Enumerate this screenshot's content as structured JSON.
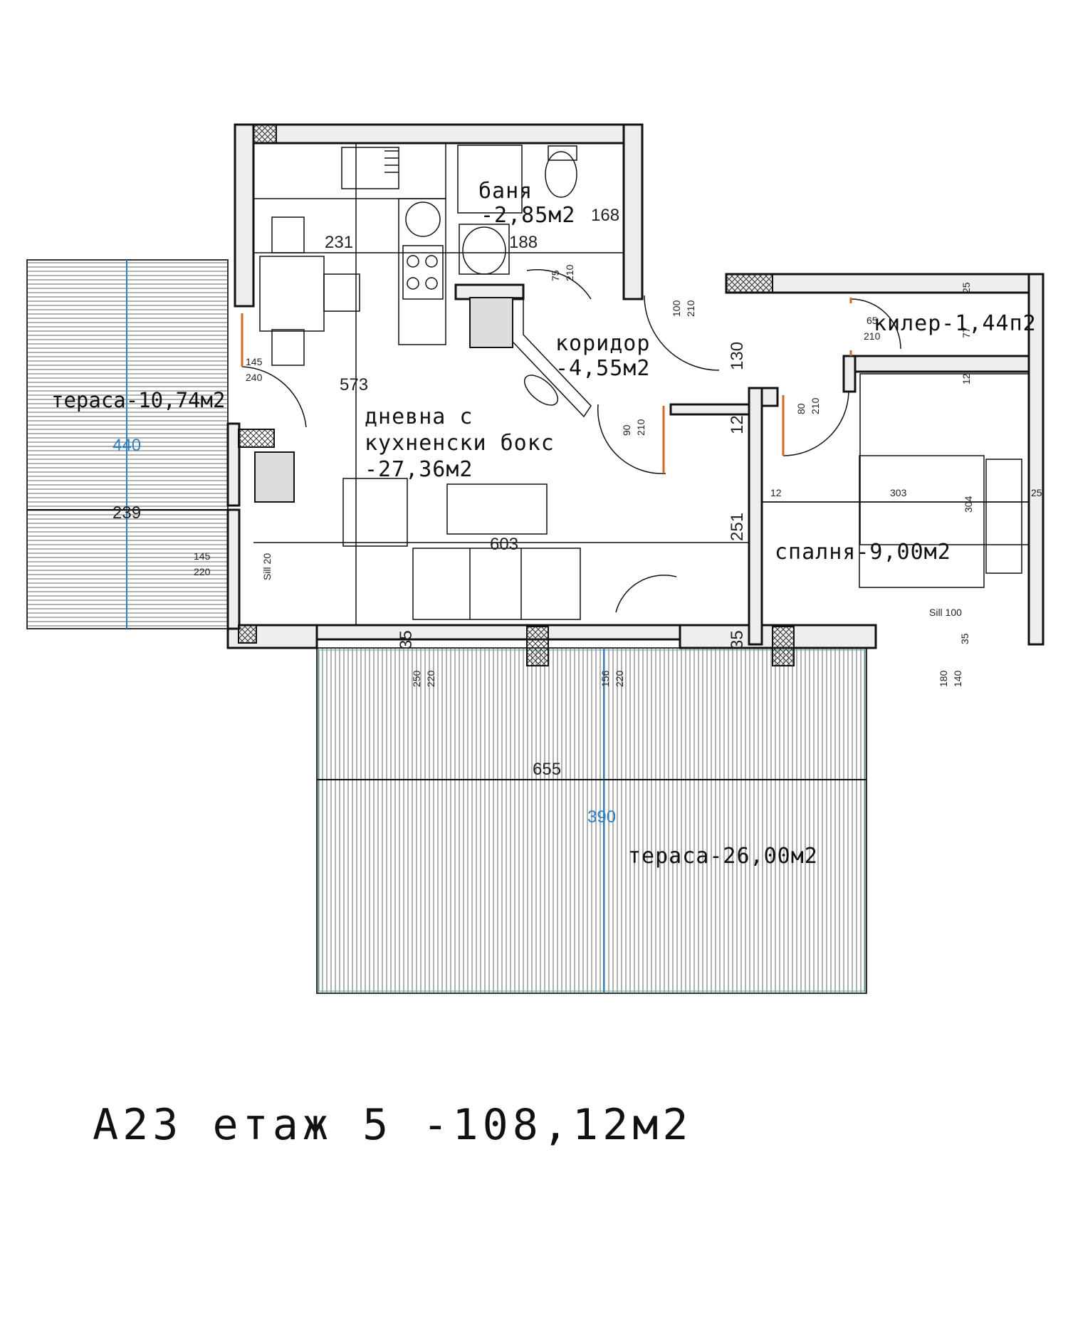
{
  "colors": {
    "accent_blue": "#2f7fc4",
    "door_orange": "#d2691e",
    "wall_fill": "#eeeeee",
    "line": "#111111"
  },
  "rooms": {
    "bathroom": "баня",
    "bathroom_area": "-2,85м2",
    "corridor": "коридор",
    "corridor_area": "-4,55м2",
    "pantry": "килер-1,44п2",
    "living_line1": "дневна с",
    "living_line2": "кухненски бокс",
    "living_area": "-27,36м2",
    "bedroom": "спалня-9,00м2",
    "terrace_small": "тераса-10,74м2",
    "terrace_large": "тераса-26,00м2"
  },
  "dimensions": {
    "d231": "231",
    "d188": "188",
    "d168": "168",
    "d573": "573",
    "d603": "603",
    "d130": "130",
    "d12a": "12",
    "d251": "251",
    "d35a": "35",
    "d35b": "35",
    "d303": "303",
    "d304": "304",
    "d12b": "12",
    "d25a": "25",
    "d25b": "25",
    "d12c": "12",
    "d77": "77",
    "d239": "239",
    "d440": "440",
    "d655": "655",
    "d390": "390",
    "d35c": "35"
  },
  "door_labels": {
    "bath_w": "75",
    "bath_h": "210",
    "corr_w": "100",
    "corr_h": "210",
    "liv_w": "90",
    "liv_h": "210",
    "bed_w": "80",
    "bed_h": "210",
    "pan_w": "65",
    "pan_h": "210",
    "ter_w": "145",
    "ter_h": "240",
    "win_w": "145",
    "win_h": "220",
    "win_sill": "Sill 20",
    "bal1_w": "250",
    "bal1_h": "220",
    "bal2_w": "156",
    "bal2_h": "220",
    "bedwin_sill": "Sill 100",
    "bedwin_w": "180",
    "bedwin_h": "140"
  },
  "footer": "А23 етаж 5 -108,12м2"
}
